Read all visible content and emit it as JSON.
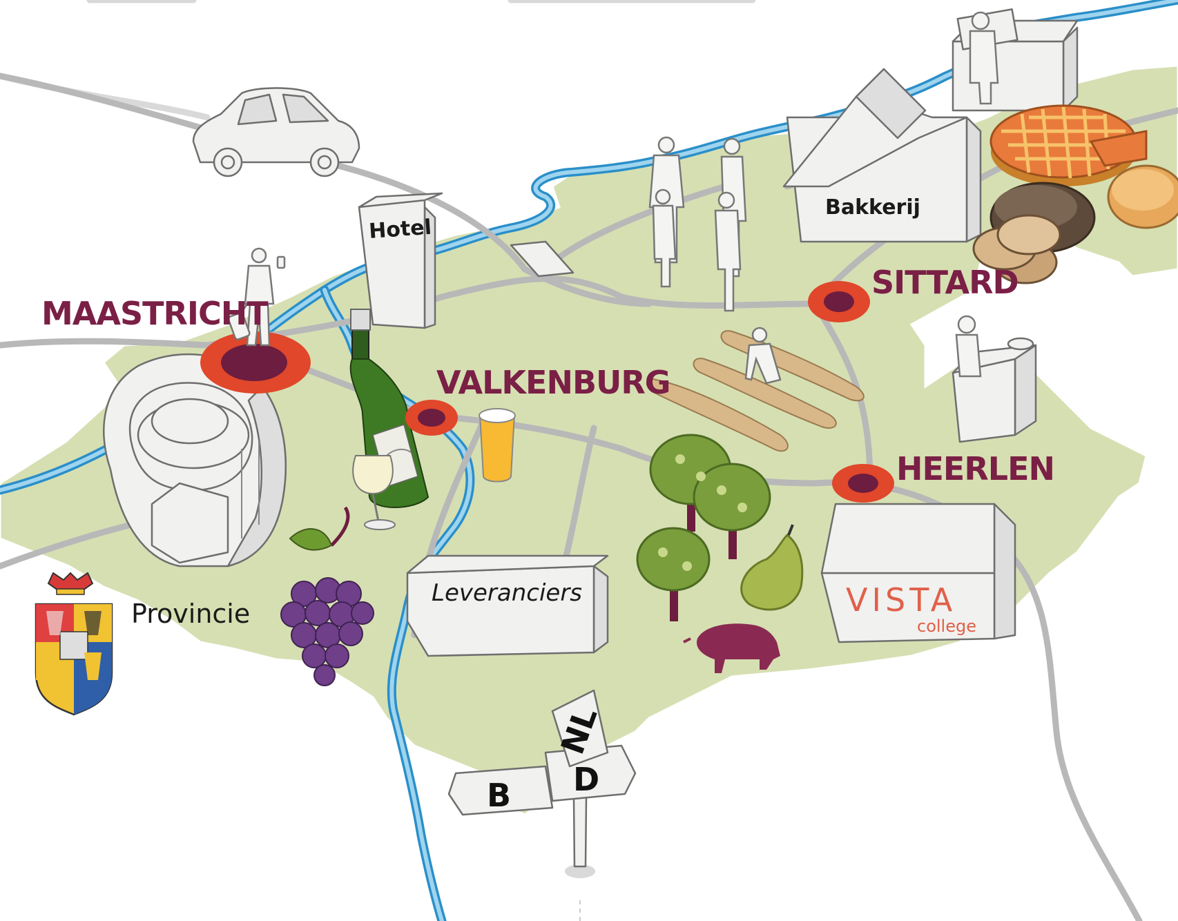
{
  "cities": {
    "maastricht": "MAASTRICHT",
    "valkenburg": "VALKENBURG",
    "sittard": "SITTARD",
    "heerlen": "HEERLEN"
  },
  "buildings": {
    "hotel": "Hotel",
    "bakkerij": "Bakkerij",
    "leveranciers": "Leveranciers",
    "vista": "VISTA",
    "vista_sub": "college"
  },
  "province": {
    "label": "Provincie",
    "icon": "coat-of-arms-icon"
  },
  "signpost": {
    "left": "B",
    "right": "D",
    "top": "NL"
  },
  "colors": {
    "land": "#d6dfb2",
    "city_label": "#7a1f45",
    "city_marker_outer": "#e0472b",
    "city_marker_inner": "#6d1d3f",
    "river": "#2a8fc9",
    "road": "#b8b8b8",
    "vista": "#e0604a"
  },
  "icons": [
    "car-icon",
    "wine-bottle-icon",
    "wine-glass-icon",
    "beer-glass-icon",
    "grapes-icon",
    "pear-tree-icon",
    "pear-icon",
    "pig-icon",
    "bread-icon",
    "pie-icon",
    "baguette-icon",
    "chef-icon",
    "tourist-icon"
  ]
}
